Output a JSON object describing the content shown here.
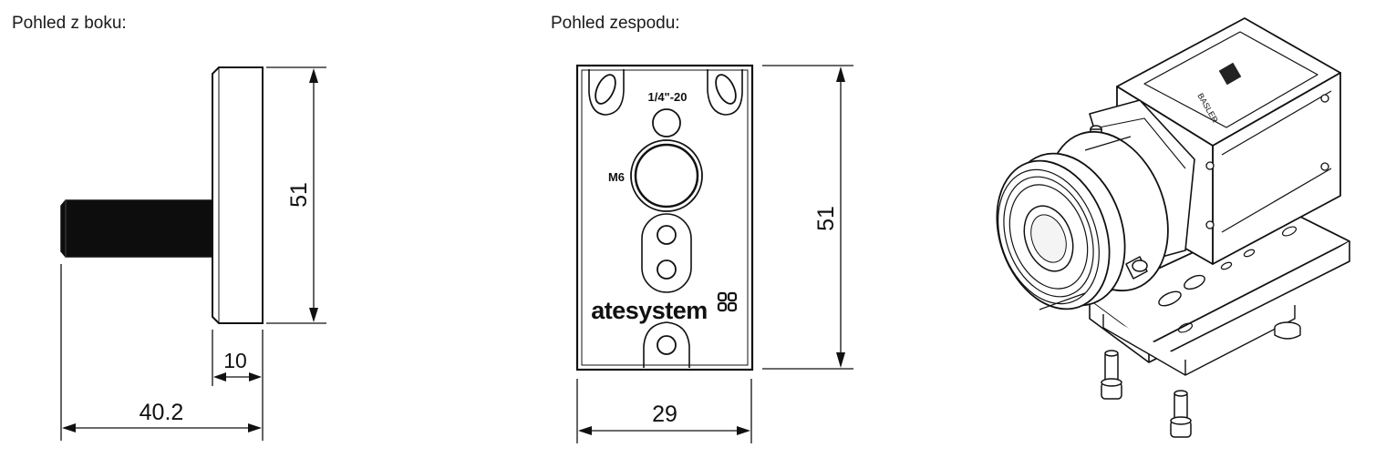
{
  "side_view": {
    "caption": "Pohled z boku:",
    "dim_height": "51",
    "dim_plate_thickness": "10",
    "dim_total_length": "40.2"
  },
  "bottom_view": {
    "caption": "Pohled zespodu:",
    "thread_label": "1/4\"-20",
    "hole_label": "M6",
    "brand": "atesystem",
    "dim_height": "51",
    "dim_width": "29"
  },
  "iso_view": {
    "camera_brand": "BASLER"
  },
  "colors": {
    "line": "#111111",
    "background": "#ffffff"
  }
}
